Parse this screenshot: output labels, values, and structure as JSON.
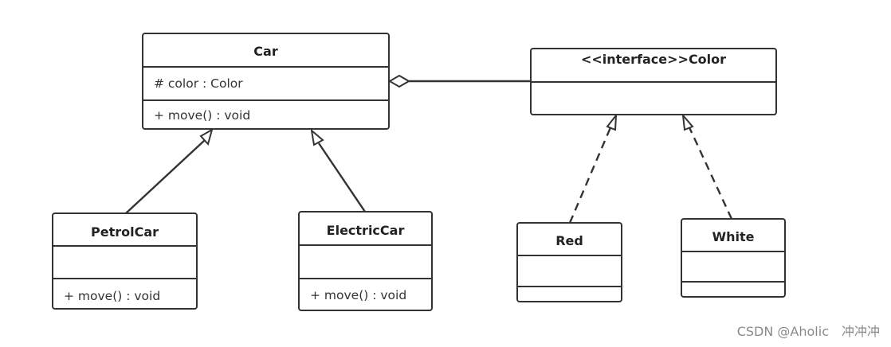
{
  "classes": {
    "car": {
      "name": "Car",
      "attribute": "# color : Color",
      "method": "+ move() : void"
    },
    "color": {
      "name": "<<interface>>Color"
    },
    "petrol": {
      "name": "PetrolCar",
      "method": "+ move() : void"
    },
    "electric": {
      "name": "ElectricCar",
      "method": "+ move() : void"
    },
    "red": {
      "name": "Red"
    },
    "white": {
      "name": "White"
    }
  },
  "watermark": "CSDN @Aholic　冲冲冲"
}
